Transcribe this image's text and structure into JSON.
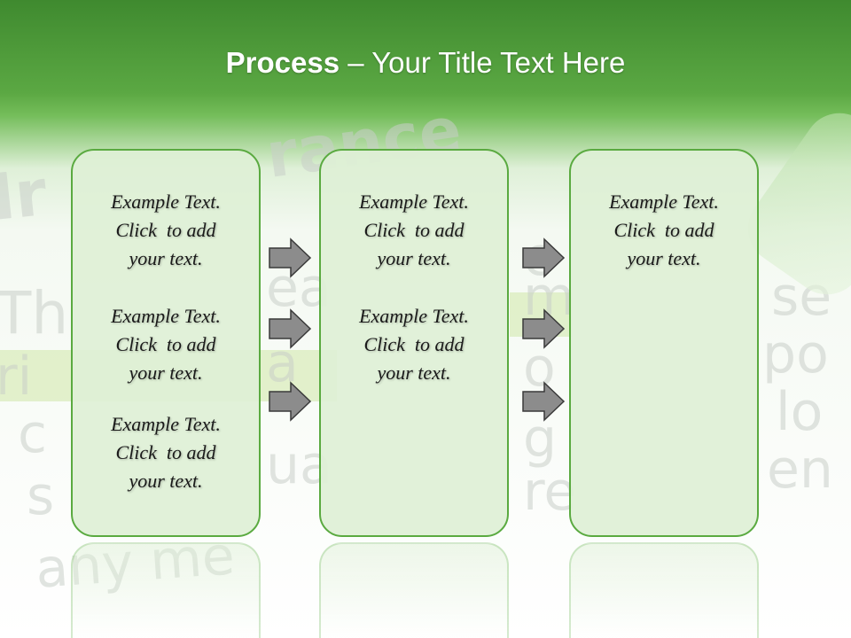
{
  "title": {
    "bold": "Process",
    "rest": " – Your Title Text Here"
  },
  "columns": [
    {
      "blocks": [
        {
          "line1": "Example Text.",
          "line2": "Click  to add",
          "line3": "your text."
        },
        {
          "line1": "Example Text.",
          "line2": "Click  to add",
          "line3": "your text."
        },
        {
          "line1": "Example Text.",
          "line2": "Click  to add",
          "line3": "your text."
        }
      ]
    },
    {
      "blocks": [
        {
          "line1": "Example Text.",
          "line2": "Click  to add",
          "line3": "your text."
        },
        {
          "line1": "Example Text.",
          "line2": "Click  to add",
          "line3": "your text."
        }
      ]
    },
    {
      "blocks": [
        {
          "line1": "Example Text.",
          "line2": "Click  to add",
          "line3": "your text."
        }
      ]
    }
  ],
  "colors": {
    "header_green": "#5ba843",
    "box_border": "#5aaa40",
    "box_fill": "#def0d6",
    "arrow_fill": "#8c8c8c"
  },
  "icons": {
    "arrow": "right-arrow-icon"
  }
}
